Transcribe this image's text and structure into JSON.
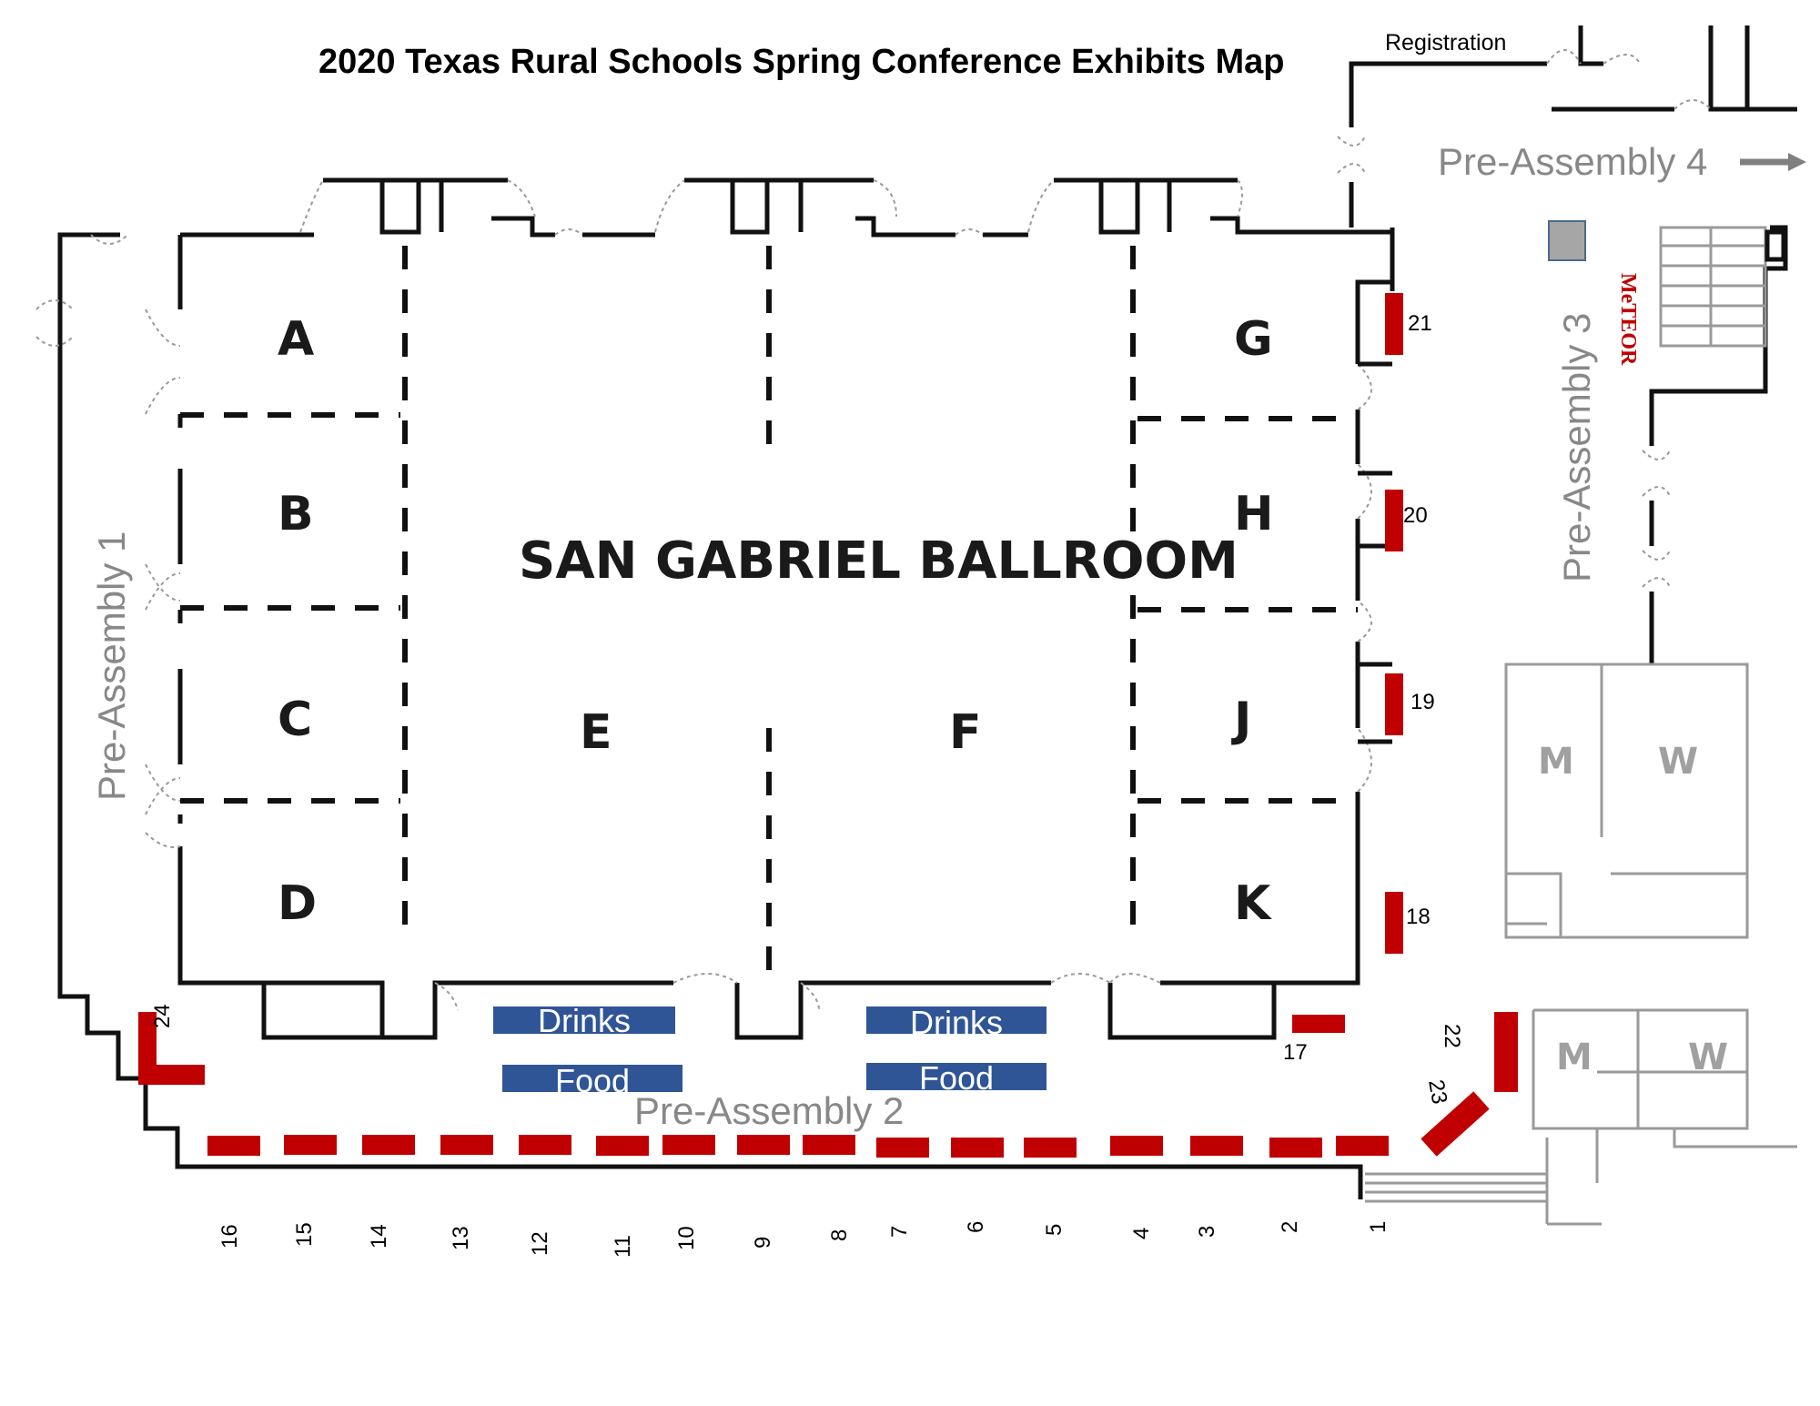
{
  "title": "2020 Texas Rural Schools Spring Conference Exhibits Map",
  "registration_label": "Registration",
  "ballroom_label": "SAN GABRIEL BALLROOM",
  "rooms": [
    "A",
    "B",
    "C",
    "D",
    "E",
    "F",
    "G",
    "H",
    "J",
    "K"
  ],
  "pre_assembly": {
    "one": "Pre-Assembly 1",
    "two": "Pre-Assembly 2",
    "three": "Pre-Assembly 3",
    "four": "Pre-Assembly 4"
  },
  "restrooms": [
    "M",
    "W",
    "M",
    "W"
  ],
  "vendor_label": "MeTEOR",
  "service_tables": {
    "drinks": [
      "Drinks",
      "Drinks"
    ],
    "food": [
      "Food",
      "Food"
    ]
  },
  "booths": [
    "1",
    "2",
    "3",
    "4",
    "5",
    "6",
    "7",
    "8",
    "9",
    "10",
    "11",
    "12",
    "13",
    "14",
    "15",
    "16",
    "17",
    "18",
    "19",
    "20",
    "21",
    "22",
    "23",
    "24"
  ],
  "colors": {
    "booth": "#c00000",
    "service_table": "#2f5597",
    "pre_assembly_text": "#888888",
    "info_kiosk": "#a6a6a6"
  },
  "icons": {
    "direction": "arrow-right-icon"
  }
}
